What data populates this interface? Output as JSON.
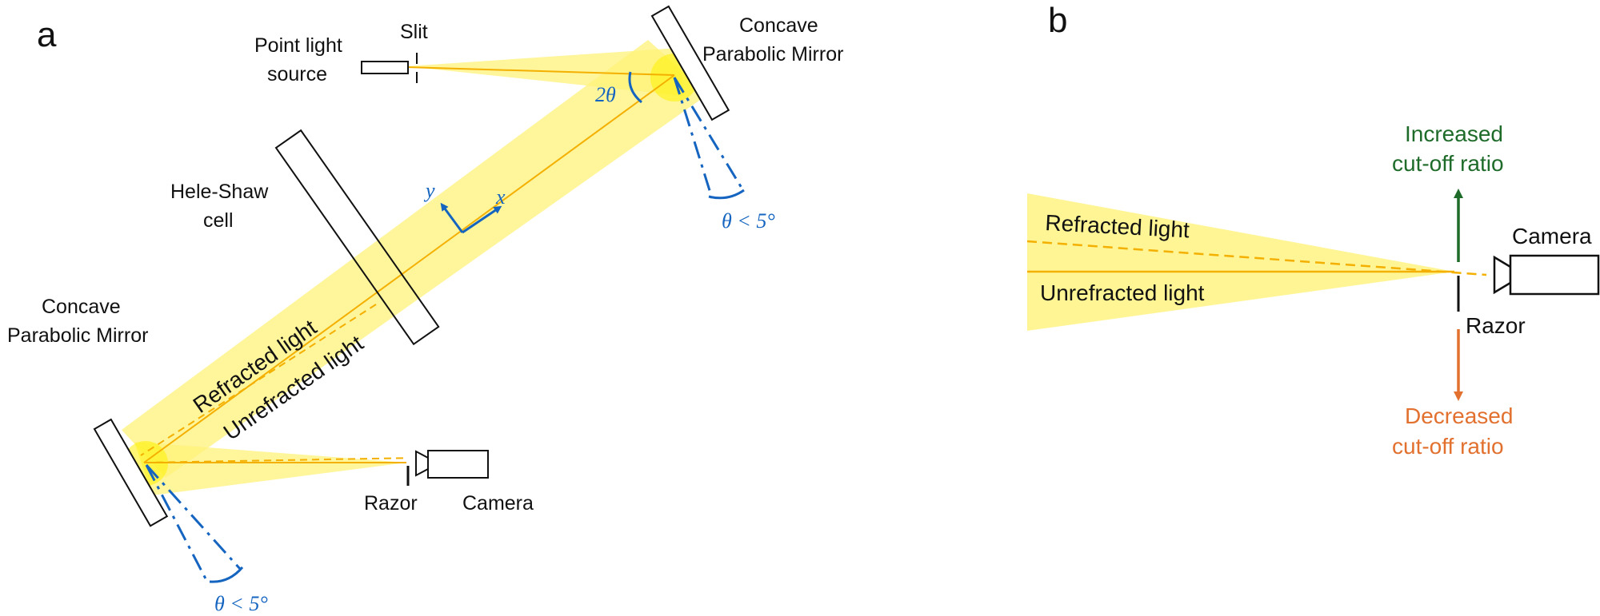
{
  "figure": {
    "colors": {
      "beam": "#fff27a",
      "ray": "#f4b000",
      "axis_blue": "#1565c0",
      "increase_green": "#1e6b2a",
      "decrease_orange": "#e2702e",
      "outline": "#111111"
    },
    "panel_a": {
      "label": "a",
      "point_source": [
        "Point light",
        "source"
      ],
      "slit": "Slit",
      "mirror_top": [
        "Concave",
        "Parabolic Mirror"
      ],
      "mirror_bottom": [
        "Concave",
        "Parabolic Mirror"
      ],
      "hele_shaw": [
        "Hele-Shaw",
        "cell"
      ],
      "refracted": "Refracted light",
      "unrefracted": "Unrefracted light",
      "razor": "Razor",
      "camera": "Camera",
      "angle_2theta": "2θ",
      "theta_top": "θ < 5°",
      "theta_bottom": "θ < 5°",
      "axis_x": "x",
      "axis_y": "y"
    },
    "panel_b": {
      "label": "b",
      "refracted": "Refracted light",
      "unrefracted": "Unrefracted light",
      "camera": "Camera",
      "razor": "Razor",
      "increased": [
        "Increased",
        "cut-off ratio"
      ],
      "decreased": [
        "Decreased",
        "cut-off ratio"
      ]
    }
  }
}
